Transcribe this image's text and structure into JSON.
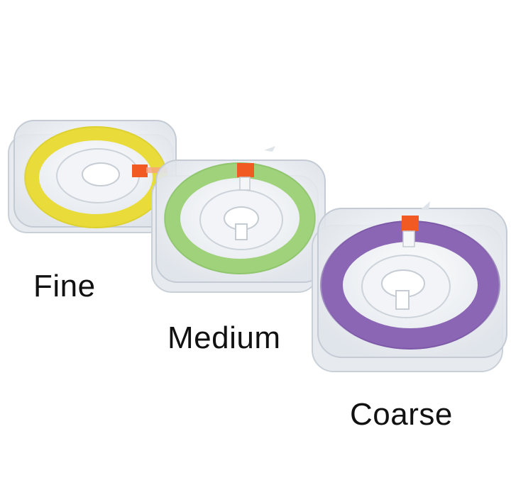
{
  "labels": {
    "fine": "Fine",
    "medium": "Medium",
    "coarse": "Coarse"
  },
  "colors": {
    "fine_strip": "#e9dc3a",
    "medium_strip": "#9fd27a",
    "coarse_strip": "#8a66b4",
    "tab": "#f25a24",
    "case": "#e6eaee"
  },
  "icons": {
    "spool": "polishing-strip-spool"
  }
}
